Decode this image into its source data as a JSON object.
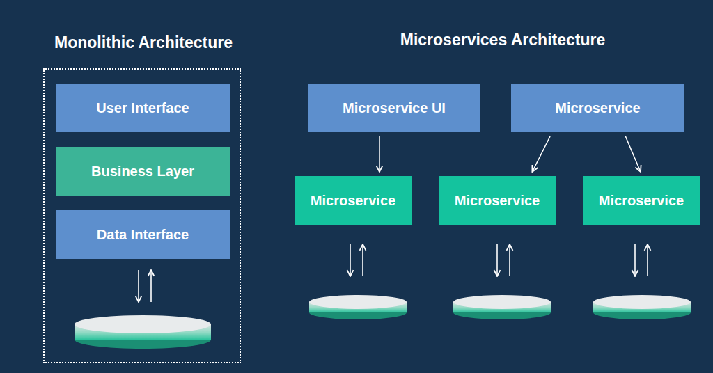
{
  "diagram": {
    "nodes": [
      {
        "text": [
          "Monolithic Architecture"
        ]
      },
      {
        "text": [
          "User Interface"
        ],
        "in": 0
      },
      {
        "text": [
          "Business Layer"
        ],
        "in": 0
      },
      {
        "text": [
          "Data Interface"
        ],
        "in": 0
      },
      {
        "text": [
          "Microservice UI"
        ]
      },
      {
        "text": [
          "Microservice"
        ]
      },
      {
        "text": [
          "Microservice"
        ]
      },
      {
        "text": [
          "Microservice"
        ]
      },
      {
        "text": [
          "Microservice"
        ]
      }
    ],
    "edges": [
      {
        "from": 4,
        "to": 6,
        "arrow": "to"
      },
      {
        "from": 5,
        "to": 7,
        "arrow": "to"
      },
      {
        "from": 5,
        "to": 8,
        "arrow": "to"
      }
    ],
    "labels": [
      "Microservices Architecture"
    ]
  }
}
